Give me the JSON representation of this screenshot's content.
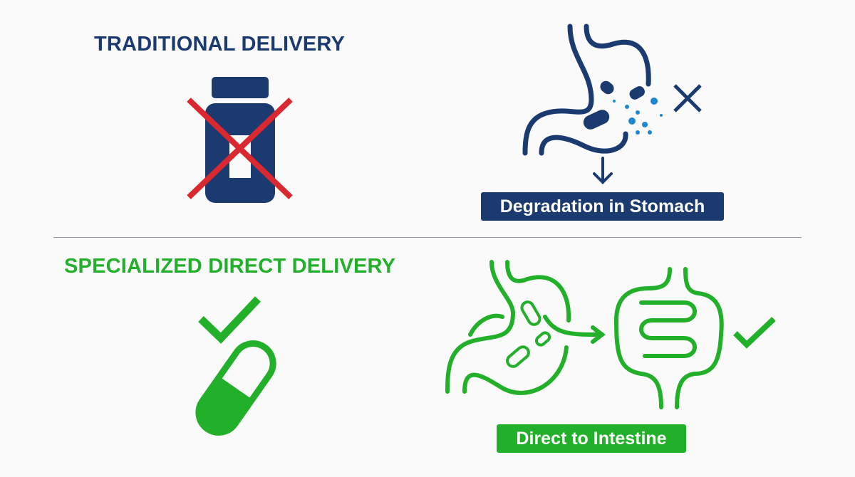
{
  "traditional": {
    "title": "TRADITIONAL DELIVERY",
    "label": "Degradation in Stomach",
    "icons": [
      "pill-bottle-icon",
      "red-x-icon",
      "stomach-icon",
      "broken-capsule-icon",
      "x-mark-icon",
      "down-arrow-icon"
    ]
  },
  "specialized": {
    "title": "SPECIALIZED DIRECT DELIVERY",
    "label": "Direct to Intestine",
    "icons": [
      "checkmark-icon",
      "capsule-icon",
      "stomach-icon",
      "intestine-icon",
      "checkmark-icon"
    ]
  },
  "colors": {
    "navy": "#1b3a6f",
    "green": "#22b02a",
    "red": "#d9282f",
    "particle_blue": "#1f86d0"
  }
}
